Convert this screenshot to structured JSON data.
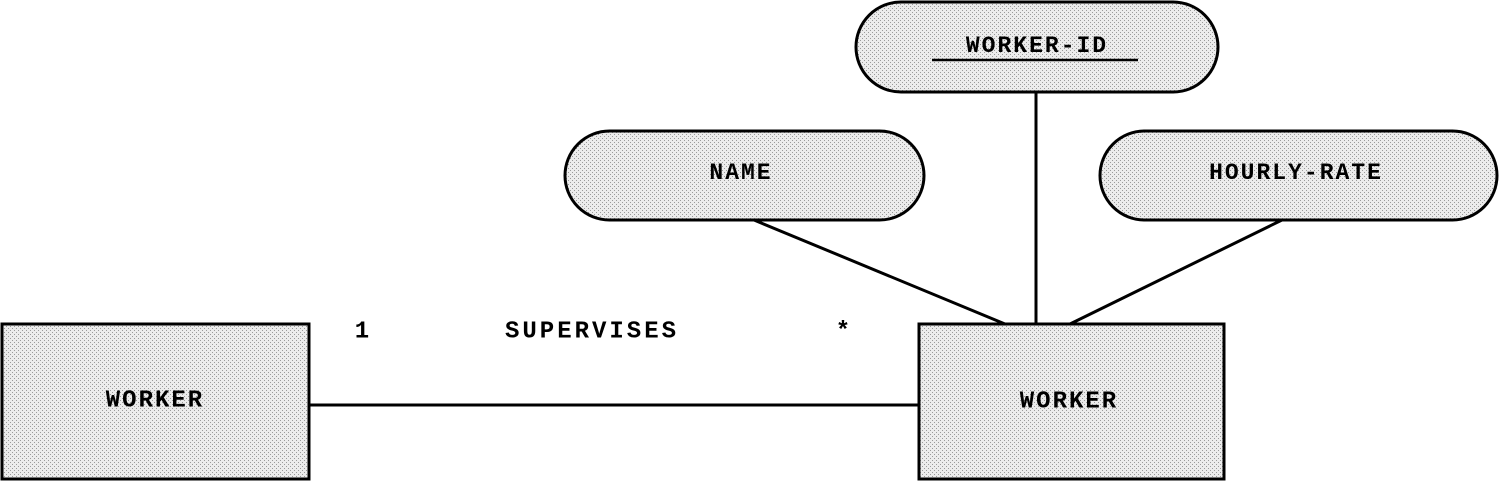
{
  "diagram": {
    "entities": {
      "supervisor": {
        "label": "WORKER"
      },
      "worker": {
        "label": "WORKER"
      }
    },
    "attributes": {
      "worker_id": {
        "label": "WORKER-ID",
        "primary_key": true
      },
      "name": {
        "label": "NAME",
        "primary_key": false
      },
      "hourly_rate": {
        "label": "HOURLY-RATE",
        "primary_key": false
      }
    },
    "relationship": {
      "label": "SUPERVISES",
      "cardinality_left": "1",
      "cardinality_right": "*"
    },
    "colors": {
      "fill_base": "#ececec",
      "fill_dots": "#9a9a9a",
      "stroke": "#000000"
    }
  }
}
